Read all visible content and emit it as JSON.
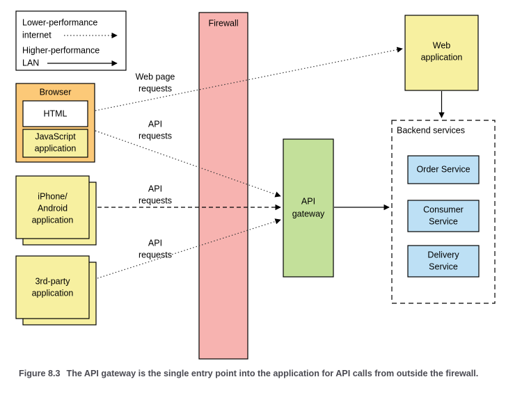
{
  "legend": {
    "name": "legend-box",
    "entries": [
      {
        "label_line1": "Lower-performance",
        "label_line2": "internet",
        "line_style": "dotted"
      },
      {
        "label_line1": "Higher-performance",
        "label_line2": "LAN",
        "line_style": "solid"
      }
    ]
  },
  "nodes": {
    "browser": {
      "title": "Browser",
      "children": [
        {
          "label": "HTML",
          "color": "#ffffff"
        },
        {
          "label_line1": "JavaScript",
          "label_line2": "application",
          "color": "#f7f0a0"
        }
      ],
      "color": "#fcc978"
    },
    "mobile": {
      "label_line1": "iPhone/",
      "label_line2": "Android",
      "label_line3": "application",
      "color": "#f7f0a0"
    },
    "third_party": {
      "label_line1": "3rd-party",
      "label_line2": "application",
      "color": "#f7f0a0"
    },
    "firewall": {
      "label": "Firewall",
      "color": "#f7b3b0"
    },
    "api_gateway": {
      "label_line1": "API",
      "label_line2": "gateway",
      "color": "#c3e09a"
    },
    "web_application": {
      "label_line1": "Web",
      "label_line2": "application",
      "color": "#f7f0a0"
    },
    "backend_services": {
      "title": "Backend services",
      "services": [
        {
          "label_line1": "Order Service",
          "label_line2": ""
        },
        {
          "label_line1": "Consumer",
          "label_line2": "Service"
        },
        {
          "label_line1": "Delivery",
          "label_line2": "Service"
        }
      ],
      "color": "#bde0f5"
    }
  },
  "flows": [
    {
      "label_line1": "Web page",
      "label_line2": "requests",
      "from": "browser-html",
      "to": "web-application",
      "style": "dotted"
    },
    {
      "label_line1": "API",
      "label_line2": "requests",
      "from": "browser-javascript",
      "to": "api-gateway",
      "style": "dotted"
    },
    {
      "label_line1": "API",
      "label_line2": "requests",
      "from": "mobile",
      "to": "api-gateway",
      "style": "dashed"
    },
    {
      "label_line1": "API",
      "label_line2": "requests",
      "from": "third-party",
      "to": "api-gateway",
      "style": "dotted"
    }
  ],
  "caption": {
    "figure_number": "Figure 8.3",
    "text": "The API gateway is the single entry point into the application for API calls from outside the firewall."
  },
  "colors": {
    "browser": "#fcc978",
    "app_yellow": "#f7f0a0",
    "firewall_pink": "#f7b3b0",
    "gateway_green": "#c3e09a",
    "service_blue": "#bde0f5",
    "caption_gray": "#4a4a52"
  }
}
